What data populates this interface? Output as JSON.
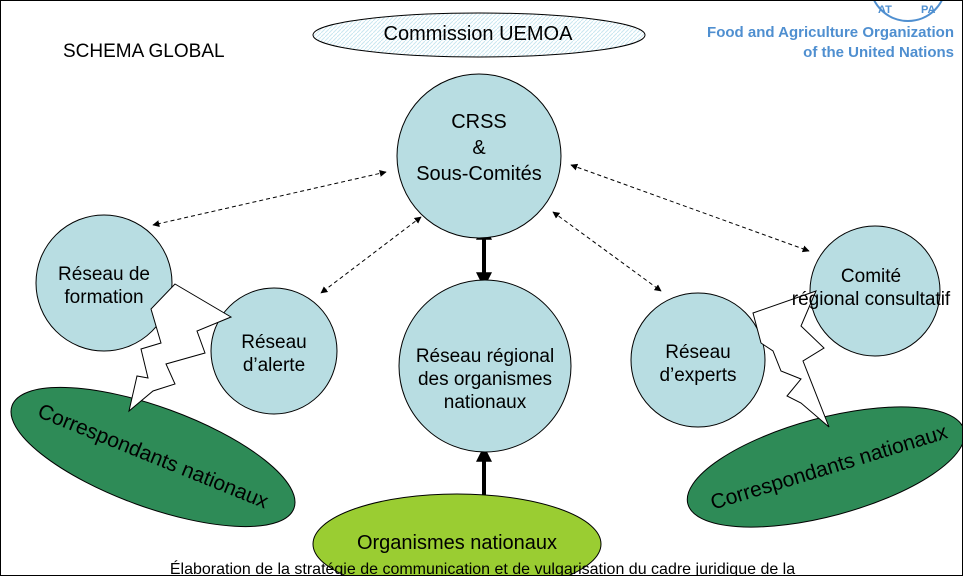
{
  "header": {
    "schema_title": "SCHEMA GLOBAL",
    "org_line1": "Food and Agriculture Organization",
    "org_line2": "of the United Nations"
  },
  "nodes": {
    "commission": "Commission UEMOA",
    "crss": [
      "CRSS",
      "&",
      "Sous-Comités"
    ],
    "reseau_formation": [
      "Réseau de",
      "formation"
    ],
    "reseau_alerte": [
      "Réseau",
      "d’alerte"
    ],
    "reseau_regional": [
      "Réseau régional",
      "des organismes",
      "nationaux"
    ],
    "reseau_experts": [
      "Réseau",
      "d’experts"
    ],
    "comite": [
      "Comité",
      "régional consultatif"
    ],
    "organismes": "Organismes nationaux",
    "correspondants_left": "Correspondants nationaux",
    "correspondants_right": "Correspondants nationaux"
  },
  "footer": "Élaboration de la stratégie de communication et de vulgarisation du cadre juridique de la",
  "colors": {
    "circle_fill": "#b8dde2",
    "dark_green": "#2e8b57",
    "lime_green": "#9acd32",
    "fao_blue": "#4f8fd0"
  }
}
